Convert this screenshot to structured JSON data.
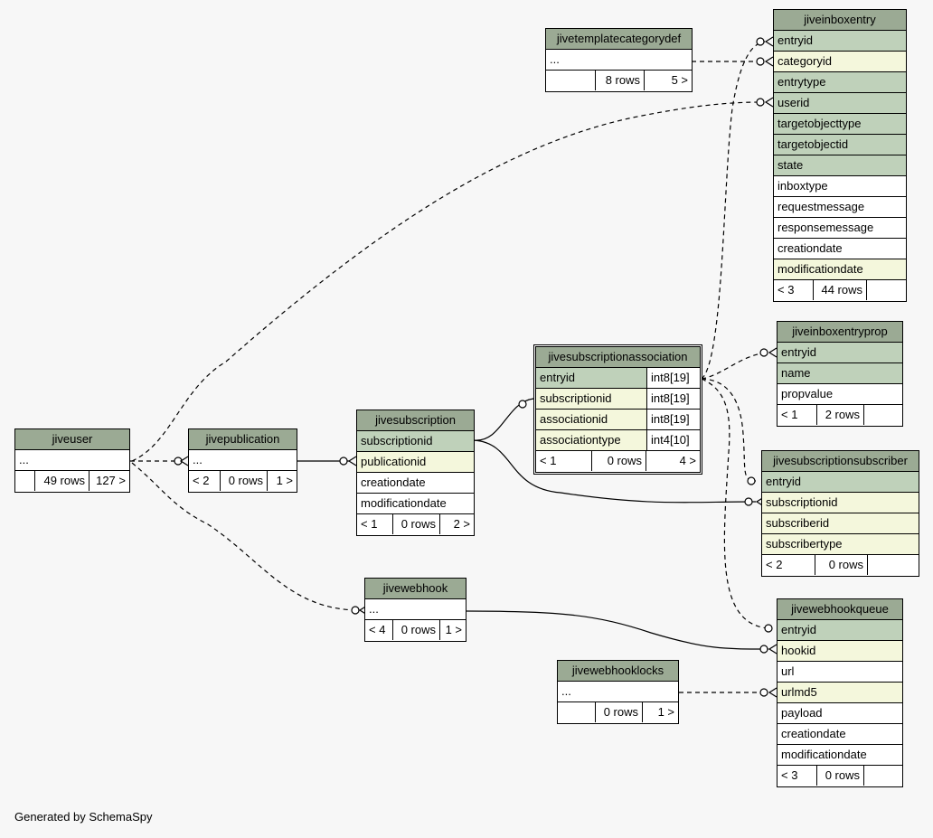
{
  "footer": "Generated by SchemaSpy",
  "tables": {
    "jiveuser": {
      "name": "jiveuser",
      "ellipsis": "...",
      "parents": "",
      "rows": "49 rows",
      "children": "127 >"
    },
    "jivepublication": {
      "name": "jivepublication",
      "ellipsis": "...",
      "parents": "< 2",
      "rows": "0 rows",
      "children": "1 >"
    },
    "jivesubscription": {
      "name": "jivesubscription",
      "columns": [
        "subscriptionid",
        "publicationid",
        "creationdate",
        "modificationdate"
      ],
      "parents": "< 1",
      "rows": "0 rows",
      "children": "2 >"
    },
    "jivesubscriptionassociation": {
      "name": "jivesubscriptionassociation",
      "columns": [
        {
          "name": "entryid",
          "type": "int8[19]"
        },
        {
          "name": "subscriptionid",
          "type": "int8[19]"
        },
        {
          "name": "associationid",
          "type": "int8[19]"
        },
        {
          "name": "associationtype",
          "type": "int4[10]"
        }
      ],
      "parents": "< 1",
      "rows": "0 rows",
      "children": "4 >"
    },
    "jivetemplatecategorydef": {
      "name": "jivetemplatecategorydef",
      "ellipsis": "...",
      "parents": "",
      "rows": "8 rows",
      "children": "5 >"
    },
    "jiveinboxentry": {
      "name": "jiveinboxentry",
      "columns": [
        "entryid",
        "categoryid",
        "entrytype",
        "userid",
        "targetobjecttype",
        "targetobjectid",
        "state",
        "inboxtype",
        "requestmessage",
        "responsemessage",
        "creationdate",
        "modificationdate"
      ],
      "parents": "< 3",
      "rows": "44 rows",
      "children": ""
    },
    "jiveinboxentryprop": {
      "name": "jiveinboxentryprop",
      "columns": [
        "entryid",
        "name",
        "propvalue"
      ],
      "parents": "< 1",
      "rows": "2 rows",
      "children": ""
    },
    "jivesubscriptionsubscriber": {
      "name": "jivesubscriptionsubscriber",
      "columns": [
        "entryid",
        "subscriptionid",
        "subscriberid",
        "subscribertype"
      ],
      "parents": "< 2",
      "rows": "0 rows",
      "children": ""
    },
    "jivewebhook": {
      "name": "jivewebhook",
      "ellipsis": "...",
      "parents": "< 4",
      "rows": "0 rows",
      "children": "1 >"
    },
    "jivewebhooklocks": {
      "name": "jivewebhooklocks",
      "ellipsis": "...",
      "parents": "",
      "rows": "0 rows",
      "children": "1 >"
    },
    "jivewebhookqueue": {
      "name": "jivewebhookqueue",
      "columns": [
        "entryid",
        "hookid",
        "url",
        "urlmd5",
        "payload",
        "creationdate",
        "modificationdate"
      ],
      "parents": "< 3",
      "rows": "0 rows",
      "children": ""
    }
  },
  "colors": {
    "header": "#9baa94",
    "primary_key": "#bfd1ba",
    "foreign_key": "#f4f7dc",
    "background": "#f7f7f7"
  }
}
